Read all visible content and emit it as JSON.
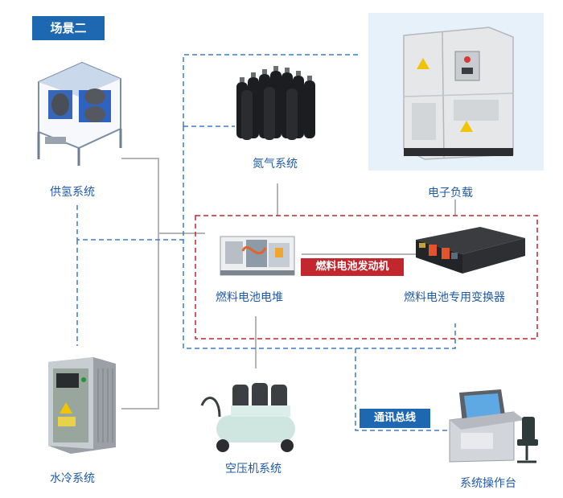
{
  "scene_badge": "场景二",
  "subsystem_badge": "燃料电池发动机",
  "bus_badge": "通讯总线",
  "labels": {
    "hydrogen_supply": "供氢系统",
    "nitrogen": "氮气系统",
    "electronic_load": "电子负载",
    "fuel_cell_stack": "燃料电池电堆",
    "dc_converter": "燃料电池专用变换器",
    "water_cooling": "水冷系统",
    "air_compressor": "空压机系统",
    "operator_console": "系统操作台"
  },
  "colors": {
    "blue_accent": "#1d68b0",
    "red_accent": "#c1272d",
    "label_blue": "#1e5aa8",
    "dashed_blue": "#3d7cc9",
    "dashed_red": "#c1272d",
    "power_line_gray": "#b5b5b5",
    "load_panel_bg": "#e6f1fa"
  }
}
